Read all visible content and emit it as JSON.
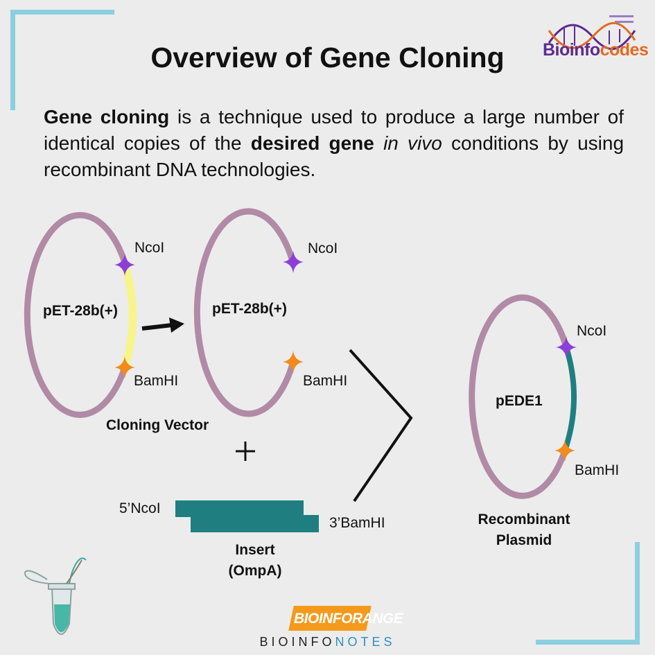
{
  "title": "Overview of Gene Cloning",
  "intro": {
    "term": "Gene cloning",
    "part1": " is a technique used to produce a large number of identical copies of the ",
    "gene": "desired gene",
    "space": " ",
    "in_vivo": "in vivo",
    "part2": " conditions by using recombinant DNA technologies."
  },
  "logo": {
    "text_a": "Bioinfo",
    "text_b": "codes"
  },
  "diagram": {
    "vector1": {
      "name": "pET-28b(+)",
      "site_top": "NcoI",
      "site_bottom": "BamHI"
    },
    "vector2": {
      "name": "pET-28b(+)",
      "site_top": "NcoI",
      "site_bottom": "BamHI"
    },
    "vector_caption": "Cloning Vector",
    "plus": "+",
    "insert": {
      "left_label": "5’NcoI",
      "right_label": "3’BamHI",
      "caption_line1": "Insert",
      "caption_line2": "(OmpA)"
    },
    "plasmid": {
      "name": "pEDE1",
      "site_top": "NcoI",
      "site_bottom": "BamHI",
      "caption_line1": "Recombinant",
      "caption_line2": "Plasmid"
    }
  },
  "colors": {
    "backbone": "#b18aa6",
    "excised_insert": "#f7f58a",
    "insert": "#1f7f80",
    "ncoi": "#8c3fd6",
    "bamhi": "#f28a1c",
    "accent_bar": "#8bcfe0"
  },
  "footer": {
    "brand_box": "BIOINFORANGE",
    "brand_a": "BIOINFO",
    "brand_b": "NOTES"
  }
}
